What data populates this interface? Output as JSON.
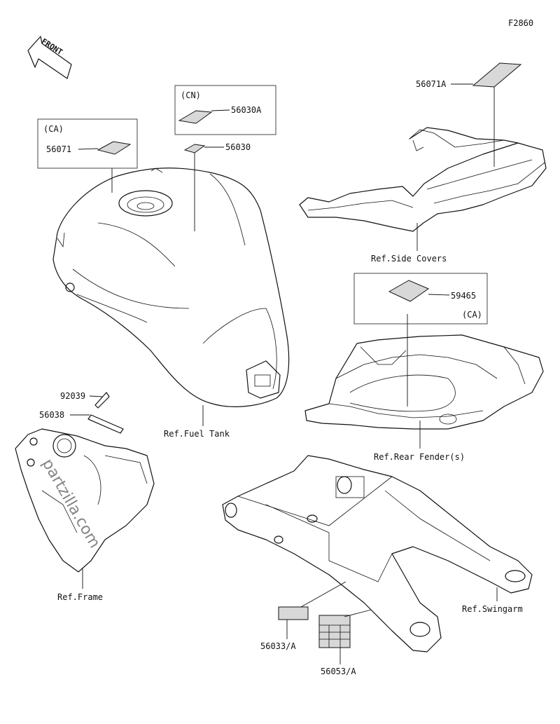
{
  "diagram_code": "F2860",
  "front_label": "FRONT",
  "watermark": "partzilla.com",
  "region_tags": {
    "ca_tank": "(CA)",
    "cn_tank": "(CN)",
    "ca_rear": "(CA)"
  },
  "callouts": {
    "p56071": "56071",
    "p56030A": "56030A",
    "p56030": "56030",
    "p56071A": "56071A",
    "p59465": "59465",
    "p92039": "92039",
    "p56038": "56038",
    "p56033A": "56033/A",
    "p56053A": "56053/A"
  },
  "refs": {
    "side_covers": "Ref.Side Covers",
    "fuel_tank": "Ref.Fuel Tank",
    "rear_fender": "Ref.Rear Fender(s)",
    "frame": "Ref.Frame",
    "swingarm": "Ref.Swingarm"
  }
}
